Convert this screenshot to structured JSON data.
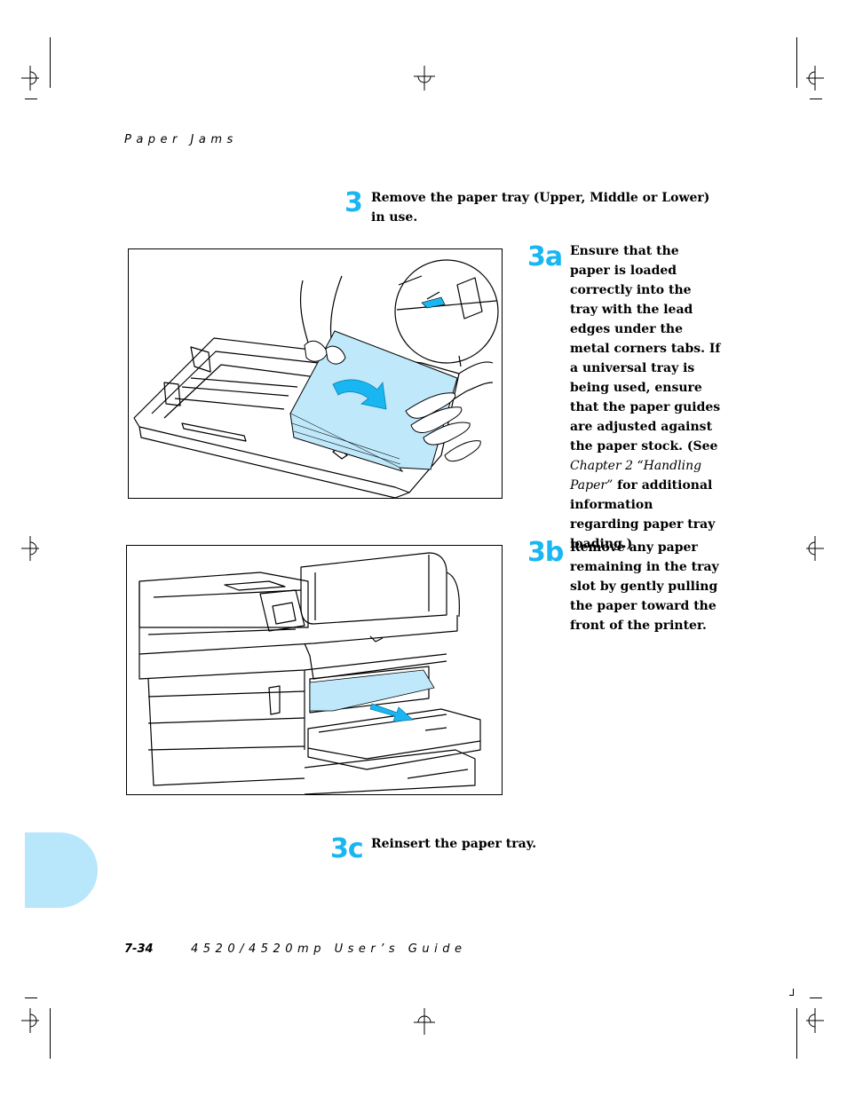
{
  "header": {
    "section_title": "Paper Jams"
  },
  "steps": [
    {
      "number": "3",
      "text": "Remove the paper tray (Upper, Middle or Lower) in use."
    },
    {
      "number": "3a",
      "text_before": "Ensure that the paper is loaded correctly into the tray with the lead edges under the metal corners tabs. If a universal tray is being used, ensure that the paper guides are adjusted against the paper stock. (See ",
      "text_italic": "Chapter 2 “Handling Paper”",
      "text_after": " for additional information regarding paper tray loading.)"
    },
    {
      "number": "3b",
      "text": "Remove any paper remaining in the tray slot by gently pulling the paper toward the front of the printer."
    },
    {
      "number": "3c",
      "text": "Reinsert the paper tray."
    }
  ],
  "footer": {
    "page_number": "7-34",
    "guide_title": "4520/4520mp User’s Guide"
  },
  "colors": {
    "accent": "#19b6f2",
    "paper_fill": "#bfe8fa",
    "tab_fill": "#b8e6fb"
  }
}
